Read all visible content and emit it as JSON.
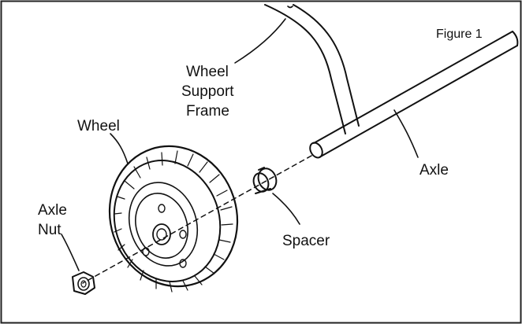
{
  "figure": {
    "title": "Figure 1",
    "labels": {
      "wheel_support_frame": [
        "Wheel",
        "Support",
        "Frame"
      ],
      "wheel": "Wheel",
      "axle": "Axle",
      "axle_nut": [
        "Axle",
        "Nut"
      ],
      "spacer": "Spacer"
    }
  },
  "colors": {
    "ink": "#111111",
    "paper": "#ffffff",
    "frame_border": "#222222"
  }
}
